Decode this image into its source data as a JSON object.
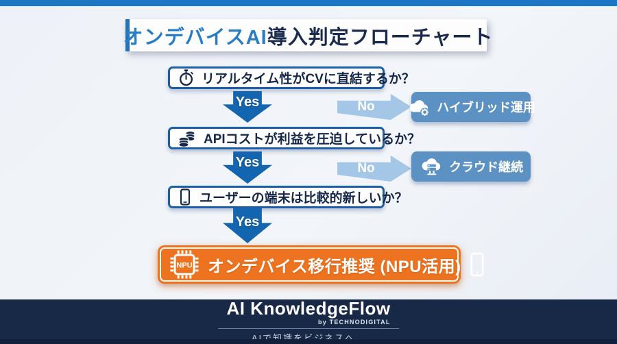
{
  "title": {
    "highlight": "オンデバイスAI",
    "rest": "導入判定フローチャート"
  },
  "flow": {
    "yes_label": "Yes",
    "no_label": "No",
    "questions": [
      {
        "label": "リアルタイム性がCVに直結するか？",
        "icon": "stopwatch-icon"
      },
      {
        "label": "APIコストが利益を圧迫しているか？",
        "icon": "coins-icon"
      },
      {
        "label": "ユーザーの端末は比較的新しいか？",
        "icon": "smartphone-icon"
      }
    ],
    "no_outcomes": [
      {
        "label": "ハイブリッド運用",
        "icon": "cloud-gear-icon"
      },
      {
        "label": "クラウド継続",
        "icon": "cloud-server-icon"
      }
    ],
    "result": {
      "label": "オンデバイス移行推奨 (NPU活用)",
      "chip_text": "NPU"
    }
  },
  "footer": {
    "brand": "AI KnowledgeFlow",
    "byline": "by TECHNODIGITAL",
    "tagline": "AIで知識をビジネスへ。"
  },
  "colors": {
    "accent_blue": "#1d76c4",
    "deep_navy": "#172947",
    "yes_arrow": "#1465af",
    "no_arrow": "#a4c7e7",
    "outcome_box": "#5b92c3",
    "result_orange": "#ed7320"
  }
}
